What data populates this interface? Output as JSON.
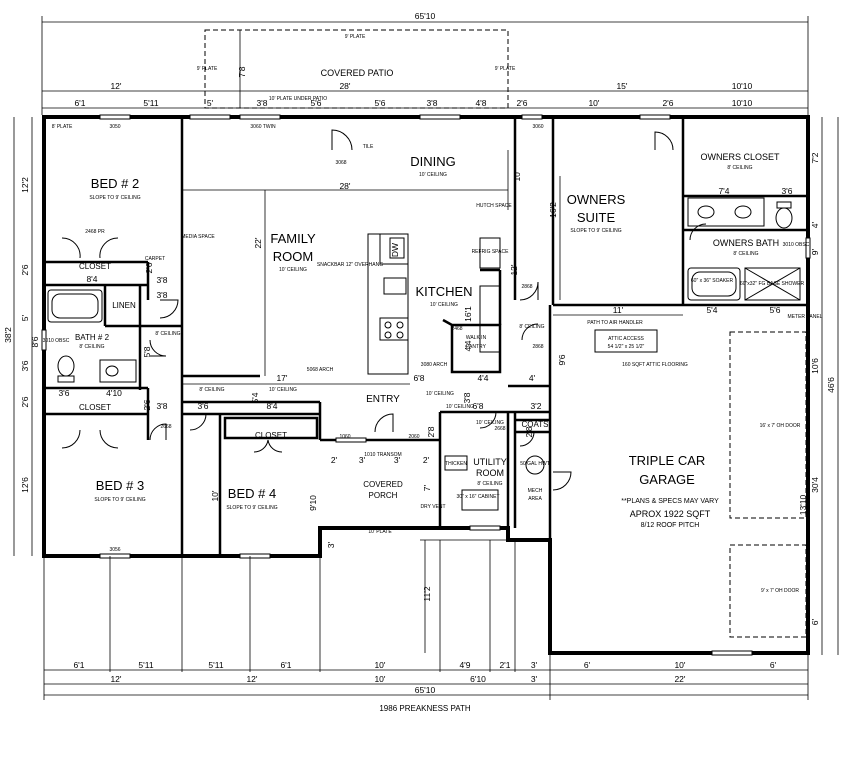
{
  "overall": {
    "width_top": "65'10",
    "width_bottom": "65'10",
    "depth_left": "38'2",
    "depth_right": "46'6"
  },
  "patio": {
    "label": "COVERED PATIO",
    "plate": "9' PLATE",
    "plate_left": "9' PLATE",
    "plate_right": "9' PLATE",
    "depth": "7'8",
    "under_plate": "10' PLATE UNDER PATIO"
  },
  "top_dims_row1": [
    "12'",
    "28'",
    "15'",
    "10'10"
  ],
  "top_dims_row2": [
    "6'1",
    "5'11",
    "5'",
    "3'8",
    "5'6",
    "5'6",
    "3'8",
    "4'8",
    "2'6",
    "10'",
    "2'6",
    "10'10"
  ],
  "bottom_dims_row1": [
    "6'1",
    "5'11",
    "5'11",
    "6'1",
    "10'",
    "4'9",
    "2'1",
    "3'",
    "6'",
    "10'",
    "6'"
  ],
  "bottom_dims_row2": [
    "12'",
    "12'",
    "10'",
    "6'10",
    "3'",
    "22'"
  ],
  "left_dims_outer": [
    "38'2"
  ],
  "left_dims": [
    "12'2",
    "2'6",
    "5'",
    "3'6",
    "2'6",
    "12'6"
  ],
  "left_dims_inner": [
    "8'6"
  ],
  "right_dims_outer": [
    "46'6"
  ],
  "right_dims": [
    "7'2",
    "4'",
    "9'",
    "10'6",
    "30'4",
    "6'"
  ],
  "right_dims_inner": [
    "13'10"
  ],
  "rooms": {
    "bed2": {
      "name": "BED # 2",
      "note": "SLOPE TO 9' CEILING"
    },
    "bed3": {
      "name": "BED # 3",
      "note": "SLOPE TO 9' CEILING"
    },
    "bed4": {
      "name": "BED # 4",
      "note": "SLOPE TO 9' CEILING"
    },
    "family": {
      "name1": "FAMILY",
      "name2": "ROOM",
      "note": "10' CEILING",
      "depth": "22'",
      "width": "17'"
    },
    "dining": {
      "name": "DINING",
      "note": "10' CEILING",
      "width": "28'",
      "depth": "10'"
    },
    "kitchen": {
      "name": "KITCHEN",
      "note": "10' CEILING"
    },
    "owners_suite": {
      "name1": "OWNERS",
      "name2": "SUITE",
      "note": "SLOPE TO 9' CEILING",
      "depth": "16'2",
      "width": "11'"
    },
    "owners_closet": {
      "name": "OWNERS CLOSET",
      "note": "8' CEILING"
    },
    "owners_bath": {
      "name": "OWNERS BATH",
      "note": "8' CEILING"
    },
    "bath2": {
      "name": "BATH # 2",
      "note": "8' CEILING"
    },
    "linen": {
      "name": "LINEN"
    },
    "closet_bed2": {
      "name": "CLOSET"
    },
    "closet_bed3": {
      "name": "CLOSET"
    },
    "closet_bed4": {
      "name": "CLOSET"
    },
    "walkin": {
      "name1": "WALK IN",
      "name2": "PANTRY"
    },
    "entry": {
      "name": "ENTRY",
      "note": "10' CEILING"
    },
    "utility": {
      "name1": "UTILITY",
      "name2": "ROOM",
      "note": "8' CEILING"
    },
    "coats": {
      "name": "COATS"
    },
    "porch": {
      "name1": "COVERED",
      "name2": "PORCH",
      "plate": "10' PLATE"
    },
    "garage": {
      "name1": "TRIPLE CAR",
      "name2": "GARAGE",
      "note1": "**PLANS & SPECS MAY VARY",
      "note2": "APROX 1922 SQFT",
      "note3": "8/12 ROOF PITCH"
    },
    "mech": {
      "name1": "MECH",
      "name2": "AREA"
    }
  },
  "notes": {
    "media": "MEDIA SPACE",
    "snackbar": "SNACKBAR 12\" OVERHANG",
    "dw": "DW",
    "refrig": "REFRIG SPACE",
    "hutch": "HUTCH SPACE",
    "attic_access": "ATTIC ACCESS",
    "attic_size": "54 1/2\" x 25 1/2\"",
    "attic_floor": "160 SQFT ATTIC FLOORING",
    "path_air": "PATH TO AIR HANDLER",
    "meter": "METER PANEL",
    "oh_door1": "16' x 7' OH DOOR",
    "oh_door2": "9' x 7' OH DOOR",
    "soaker": "60\" x 36\" SOAKER",
    "shower": "60\"x32\" FG BASE SHOWER",
    "obsc": "3010 OBSC",
    "obsc2": "3010 OBSC",
    "transom": "1010 TRANSOM",
    "water_heater": "50 GAL HWT",
    "cabinet": "30\" x 16\" CABINET",
    "chicken": "THICKEN",
    "dryer": "DRY VENT",
    "arch1": "5068 ARCH",
    "arch2": "3080 ARCH",
    "address": "1986 PREAKNESS PATH",
    "ceil8a": "8' CEILING",
    "ceil8b": "8' CEILING",
    "ceil8c": "8' CEILING",
    "ceil10a": "10' CEILING",
    "ceil10b": "10' CEILING",
    "ceil10c": "10' CEILING",
    "carpet": "CARPET",
    "tile": "TILE",
    "plate8": "8' PLATE",
    "w3050": "3050",
    "w3056": "3056",
    "w3060": "3060",
    "w3060twin": "3060 TWIN",
    "door2468": "2468",
    "door2468pr": "2468 PR",
    "door2668": "2668",
    "door2868": "2868",
    "door3068": "3068",
    "door2668b": "2668",
    "door2868b": "2868",
    "w1060": "1060",
    "w2060": "2060"
  },
  "interior_dims": {
    "d84": "8'4",
    "d38a": "3'8",
    "d410": "4'10",
    "d36": "3'6",
    "d38b": "3'8",
    "d36b": "3'6",
    "d84b": "8'4",
    "d68": "6'8",
    "d44": "4'4",
    "d4": "4'",
    "d32": "3'2",
    "d68b": "6'8",
    "d74": "7'4",
    "d36c": "3'6",
    "d54": "5'4",
    "d56": "5'6",
    "d96": "9'6",
    "d10bed4": "10'",
    "d910": "9'10",
    "d112": "11'2",
    "d2a": "2'",
    "d3a": "3'",
    "d3b": "3'",
    "d2b": "2'",
    "d28": "2'8",
    "d7": "7'",
    "d3c": "3'",
    "d58": "5'8",
    "d26": "2'6",
    "d26b": "2'6",
    "d38": "3'8",
    "d161": "16'1",
    "d44b": "4'4",
    "d28b": "2'8",
    "d38c": "3'8",
    "d12": "12'",
    "d54b": "5'4"
  }
}
